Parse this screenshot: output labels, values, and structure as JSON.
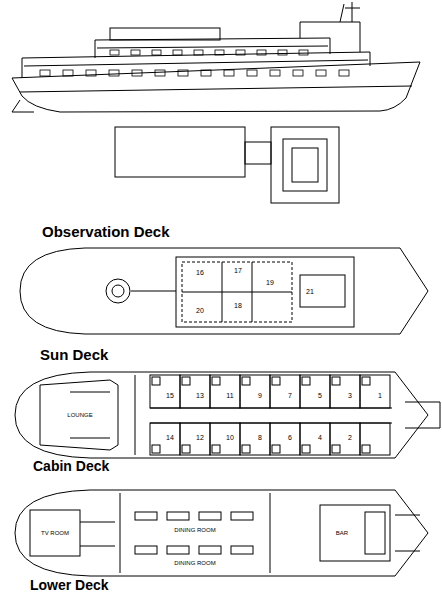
{
  "diagram": {
    "labels": [
      "Observation Deck",
      "Sun Deck",
      "Cabin Deck",
      "Lower Deck",
      "16",
      "17",
      "18",
      "19",
      "20",
      "21",
      "15",
      "13",
      "11",
      "9",
      "7",
      "5",
      "3",
      "1",
      "14",
      "12",
      "10",
      "8",
      "6",
      "4",
      "2",
      "LOUNGE",
      "TV ROOM",
      "DINING ROOM",
      "DINING ROOM",
      "BAR"
    ]
  }
}
